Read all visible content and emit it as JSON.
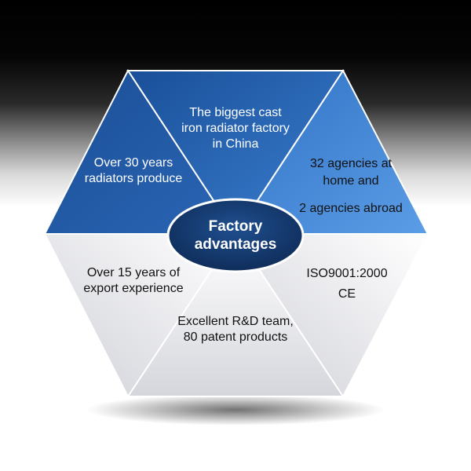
{
  "center": {
    "line1": "Factory",
    "line2": "advantages"
  },
  "segments": [
    {
      "lines": [
        "The biggest cast",
        "iron radiator factory",
        "in China"
      ]
    },
    {
      "lines": [
        "32 agencies at",
        "home and",
        "2 agencies abroad"
      ]
    },
    {
      "lines": [
        "ISO9001:2000",
        "CE"
      ]
    },
    {
      "lines": [
        "Excellent R&D team,",
        "80 patent products"
      ]
    },
    {
      "lines": [
        "Over 15 years of",
        "export experience"
      ]
    },
    {
      "lines": [
        "Over 30 years",
        "radiators produce"
      ]
    }
  ],
  "colors": {
    "blue_dark": "#1f5aa8",
    "blue_mid": "#2e6fc0",
    "blue_light": "#4a8fdb",
    "white_segment": "#f4f4f6",
    "white_segment_shade": "#d7d8de",
    "center_ellipse": "#173d73",
    "outline": "#ffffff"
  }
}
